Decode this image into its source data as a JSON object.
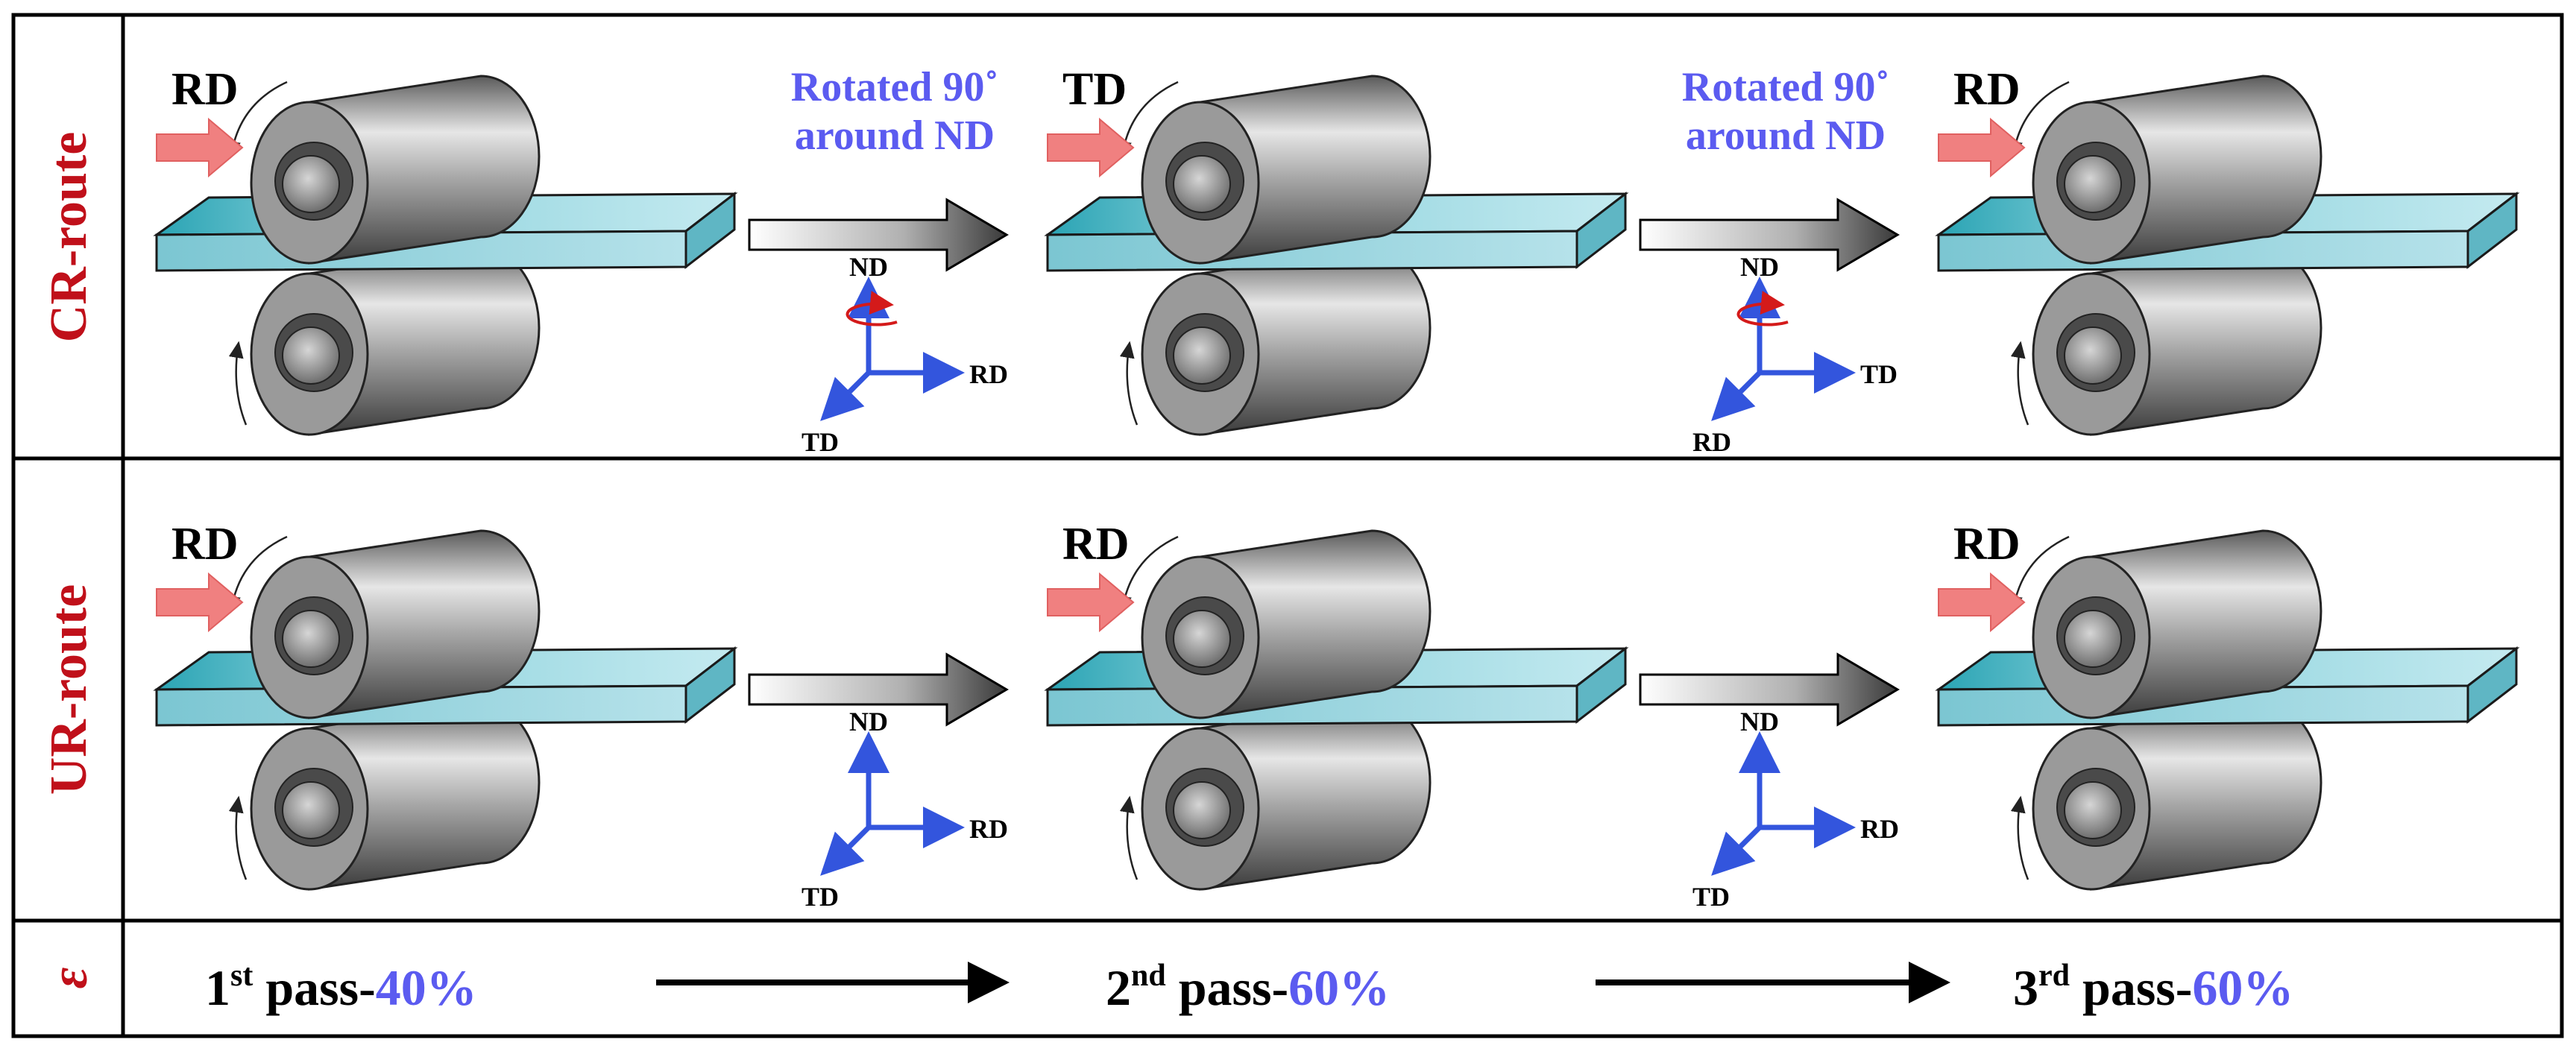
{
  "rows": [
    {
      "label": "CR-route",
      "steps": [
        {
          "direction": "RD"
        },
        {
          "direction": "TD"
        },
        {
          "direction": "RD"
        }
      ]
    },
    {
      "label": "UR-route",
      "steps": [
        {
          "direction": "RD"
        },
        {
          "direction": "RD"
        },
        {
          "direction": "RD"
        }
      ]
    }
  ],
  "transitions": {
    "cr": [
      {
        "line1": "Rotated 90˚",
        "line2": "around ND",
        "axes": {
          "up": "ND",
          "right": "RD",
          "diag": "TD"
        },
        "rotation_arrow": true
      },
      {
        "line1": "Rotated 90˚",
        "line2": "around ND",
        "axes": {
          "up": "ND",
          "right": "TD",
          "diag": "RD"
        },
        "rotation_arrow": true
      }
    ],
    "ur": [
      {
        "axes": {
          "up": "ND",
          "right": "RD",
          "diag": "TD"
        }
      },
      {
        "axes": {
          "up": "ND",
          "right": "RD",
          "diag": "TD"
        }
      }
    ]
  },
  "strain": {
    "label": "ε",
    "passes": [
      {
        "num": "1",
        "sup": "st",
        "text": " pass-",
        "value": "40%"
      },
      {
        "num": "2",
        "sup": "nd",
        "text": " pass-",
        "value": "60%"
      },
      {
        "num": "3",
        "sup": "rd",
        "text": " pass-",
        "value": "60%"
      }
    ]
  },
  "colors": {
    "row_label": "#c0101a",
    "accent_blue": "#5b5bf0",
    "axis_blue": "#3355dd",
    "rotation_red": "#d41a1a",
    "plate": "#8fd3dd",
    "push_arrow": "#f08080",
    "roll": "#8a8a8a"
  }
}
